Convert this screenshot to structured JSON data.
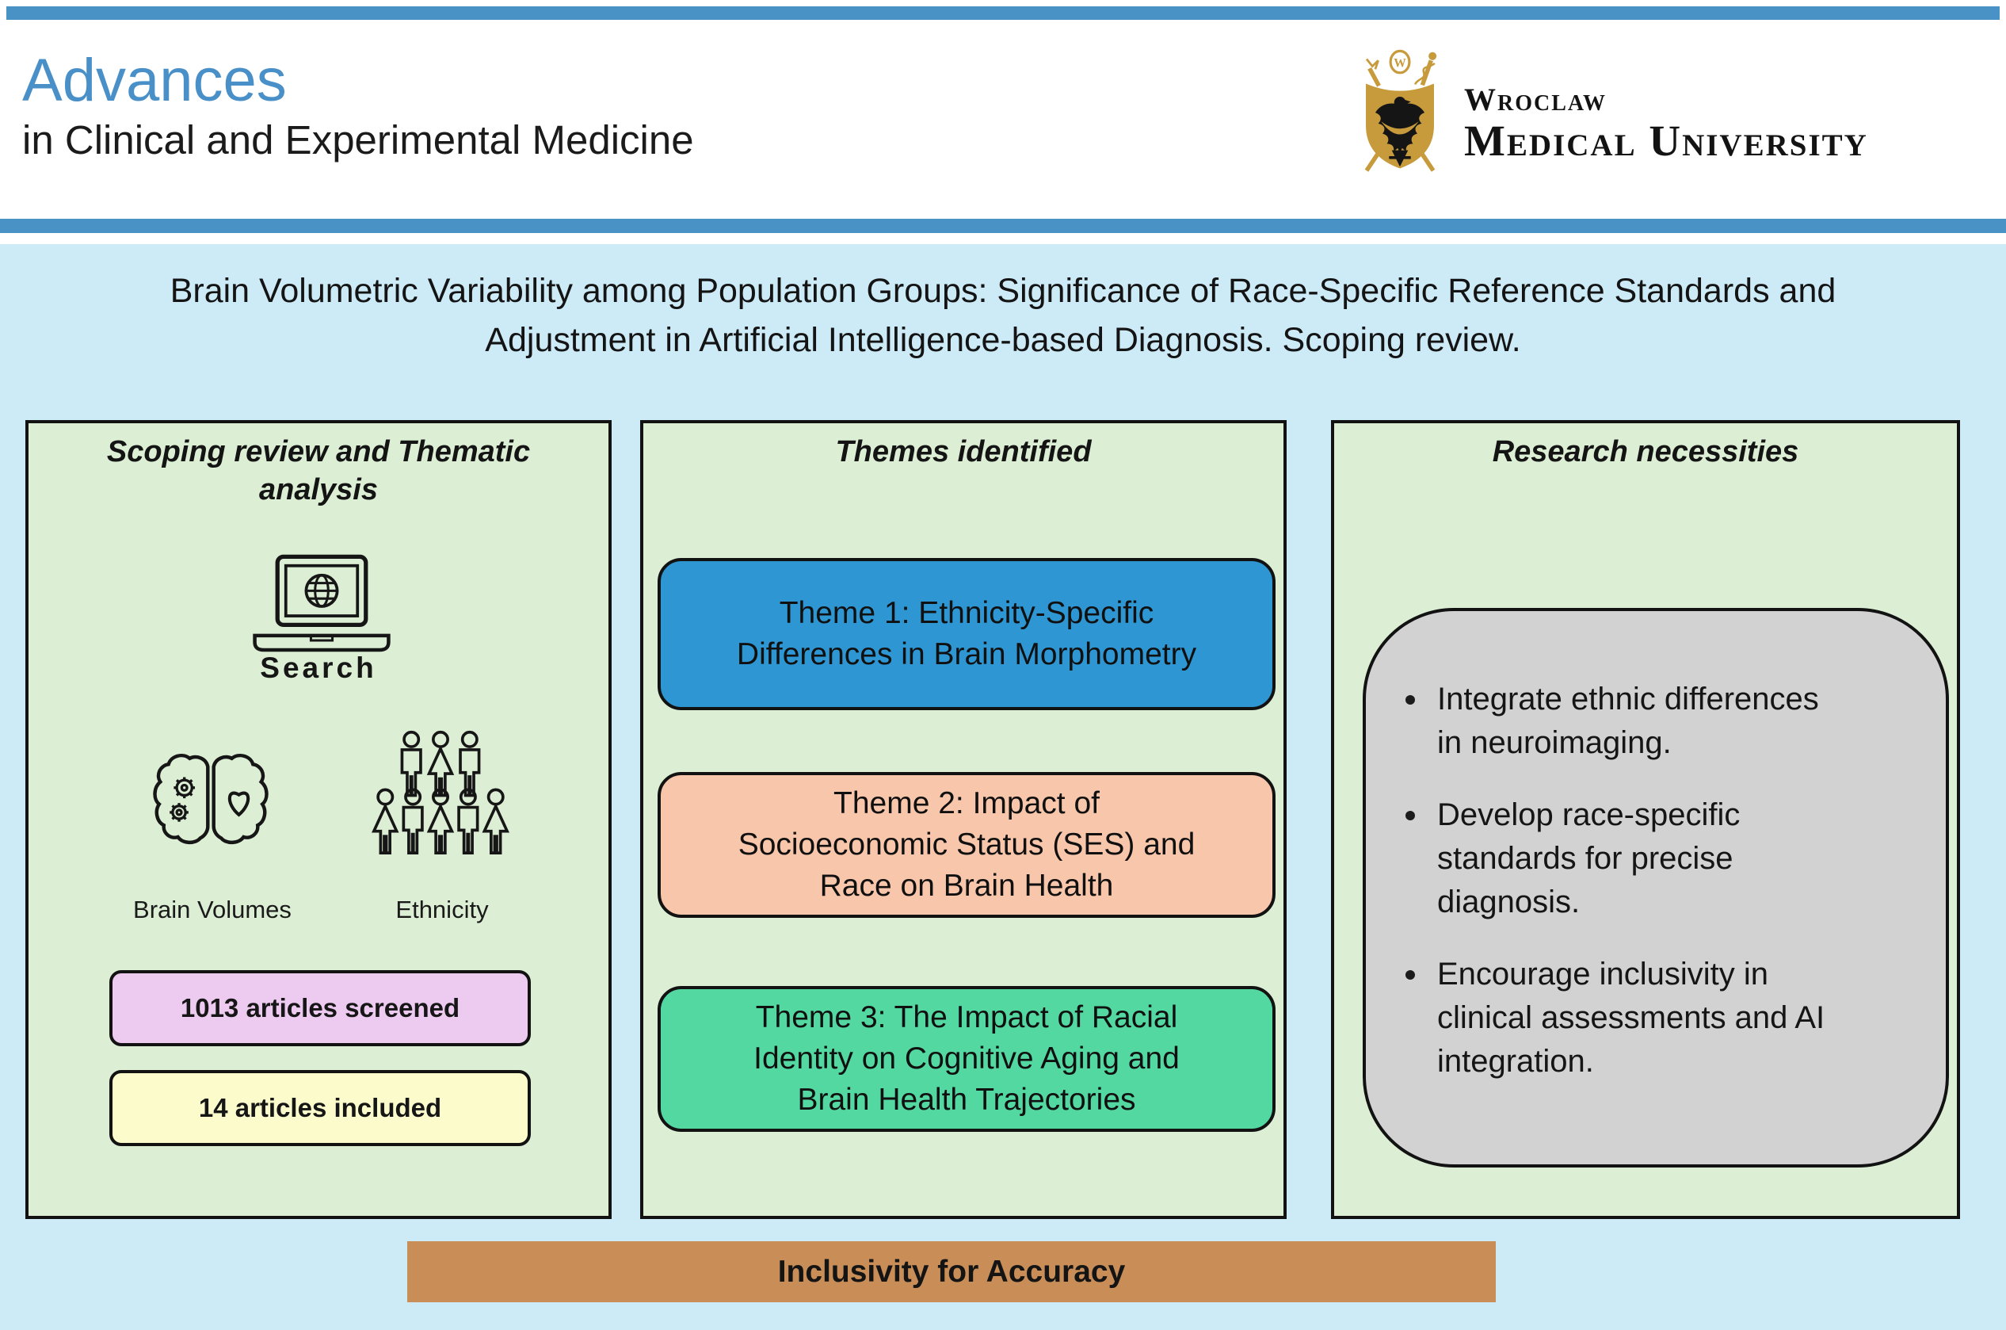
{
  "header": {
    "journal_title": "Advances",
    "journal_subtitle": "in Clinical and Experimental Medicine",
    "university": {
      "name_line1": "Wroclaw",
      "name_line2": "Medical University",
      "crest_monogram": "W"
    }
  },
  "main_title": "Brain Volumetric Variability among Population Groups:  Significance of Race-Specific Reference Standards and\nAdjustment in Artificial Intelligence-based Diagnosis. Scoping review.",
  "panels": {
    "scoping": {
      "title": "Scoping review and Thematic\nanalysis",
      "search_label": "Search",
      "brain_volumes_label": "Brain Volumes",
      "ethnicity_label": "Ethnicity",
      "screened_count_label": "1013 articles screened",
      "included_count_label": "14 articles included"
    },
    "themes": {
      "title": "Themes identified",
      "items": [
        {
          "label": "Theme 1: Ethnicity-Specific\nDifferences in Brain Morphometry",
          "color": "#2e96d3"
        },
        {
          "label": "Theme 2: Impact of\nSocioeconomic Status (SES) and\nRace on Brain Health",
          "color": "#f7c6ab"
        },
        {
          "label": "Theme 3: The Impact of Racial\nIdentity on Cognitive Aging and\nBrain Health Trajectories",
          "color": "#54d8a2"
        }
      ]
    },
    "research": {
      "title": "Research necessities",
      "bullets": [
        "Integrate ethnic differences\nin neuroimaging.",
        "Develop race-specific\nstandards for precise\ndiagnosis.",
        "Encourage inclusivity in\nclinical assessments and AI\nintegration."
      ]
    }
  },
  "footer": {
    "banner_label": "Inclusivity for Accuracy"
  },
  "icons": {
    "crest": "university-crest-icon",
    "laptop": "laptop-globe-search-icon",
    "brain": "brain-hemispheres-gears-heart-icon",
    "people": "people-group-icon"
  },
  "colors": {
    "top_bar": "#4892c6",
    "journal_title": "#4a90c8",
    "page_bg": "#cdeaf7",
    "panel_bg": "#dcefd4",
    "panel_border": "#121212",
    "theme1": "#2e96d3",
    "theme2": "#f7c6ab",
    "theme3": "#54d8a2",
    "screened_box": "#edcaef",
    "included_box": "#fbfbcb",
    "research_box": "#d2d2d2",
    "banner": "#c98e57",
    "logo_gold": "#c79b3c"
  }
}
